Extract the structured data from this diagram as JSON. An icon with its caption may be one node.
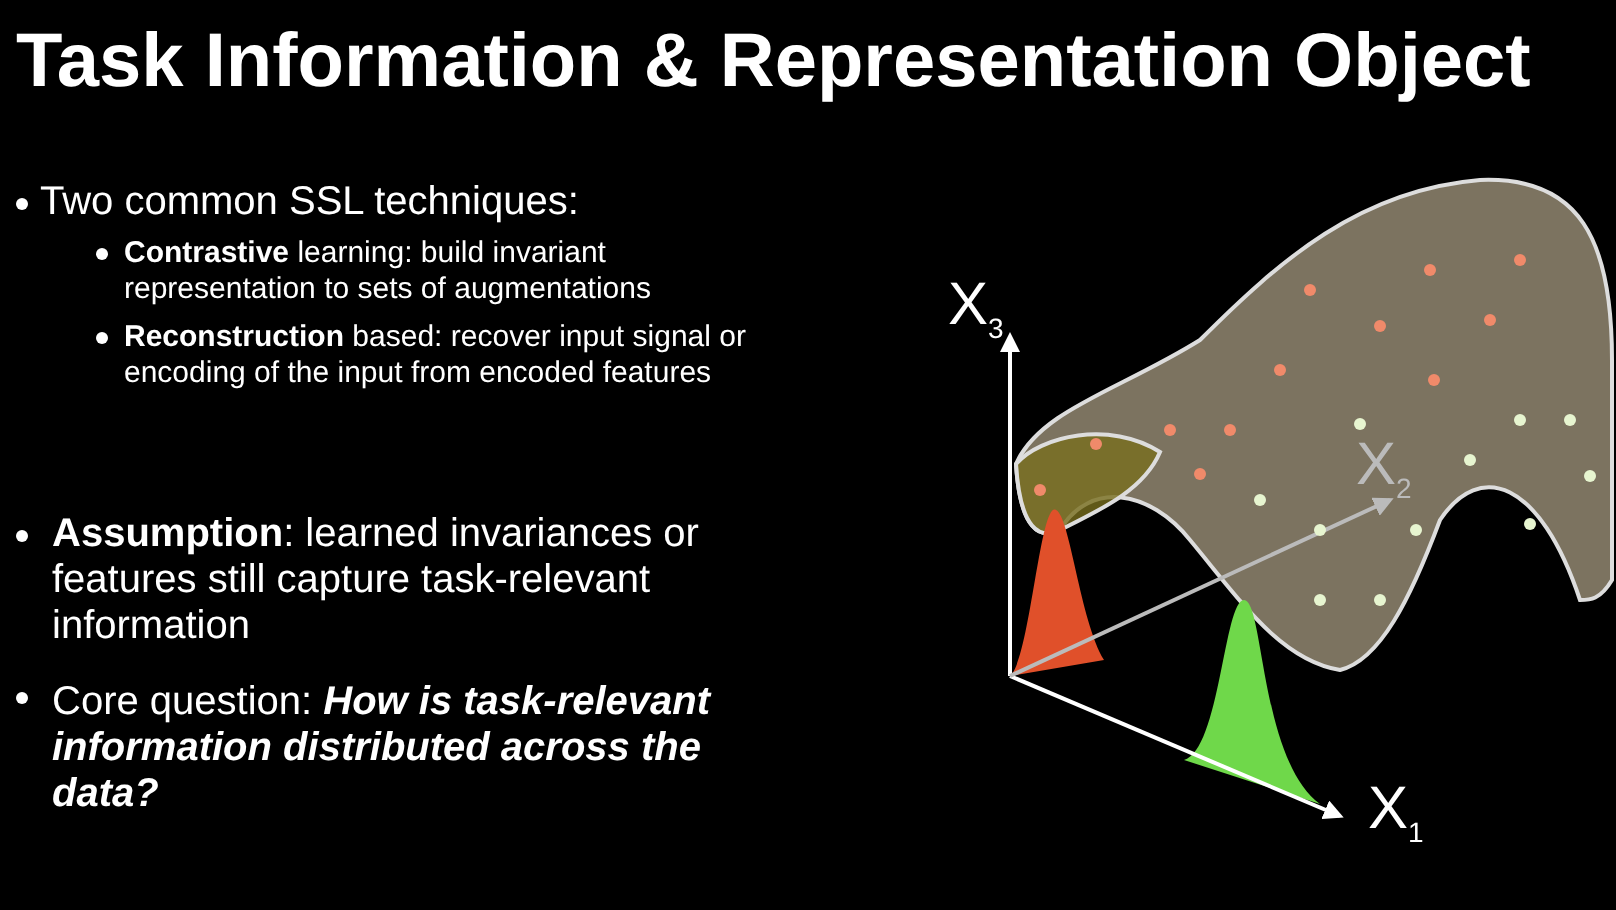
{
  "diagram": {
    "title": "Task Information & Representation Object",
    "labels": [
      "Two common SSL techniques:",
      "**Contrastive** learning: build invariant representation to sets of augmentations",
      "**Reconstruction** based: recover input signal or encoding of the input from encoded features",
      "**Assumption**: learned invariances or features still capture task-relevant information",
      "Core question: **How is task-relevant information distributed across the data?**",
      "X$_{3}$",
      "X$_{2}$",
      "X$_{1}$"
    ]
  }
}
